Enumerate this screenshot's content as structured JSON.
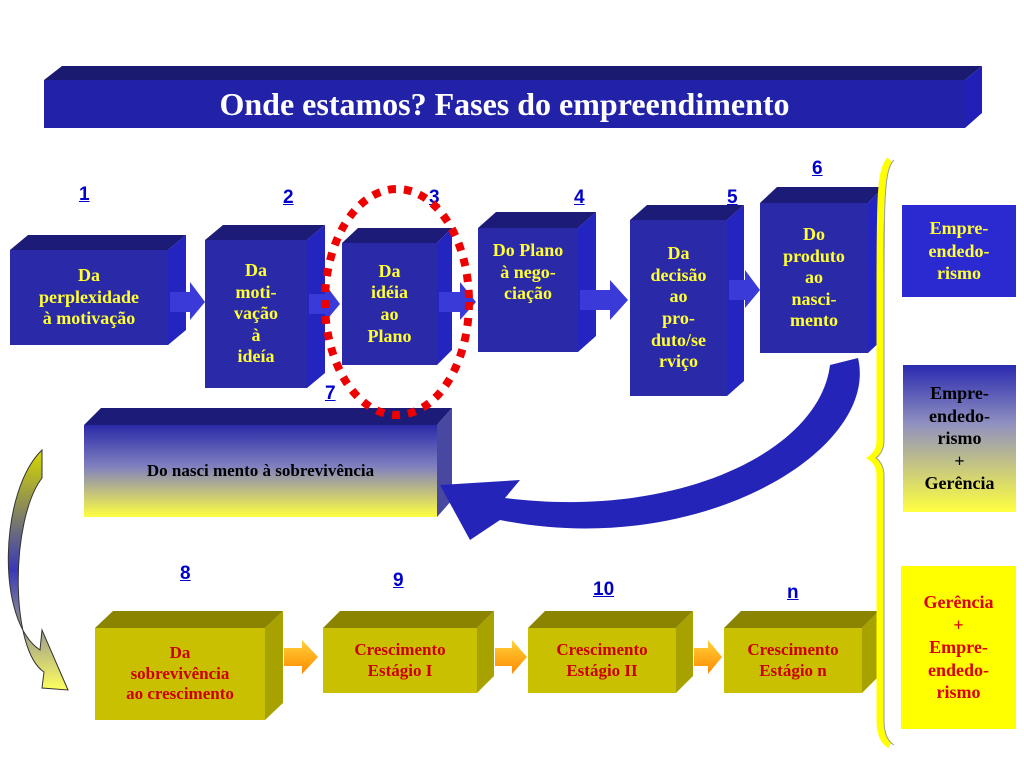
{
  "title": "Onde estamos? Fases do empreendimento",
  "phases": [
    {
      "number": "1",
      "label": "Da\nperplexidade\nà  motivação"
    },
    {
      "number": "2",
      "label": "Da\nmoti-\nvação\nà\n ideía"
    },
    {
      "number": "3",
      "label": "Da\nidéia\n ao\nPlano"
    },
    {
      "number": "4",
      "label": "Do Plano\nà  nego-\nciação"
    },
    {
      "number": "5",
      "label": "Da\ndecisão\nao\npro-\nduto/se\nrviço"
    },
    {
      "number": "6",
      "label": "Do\nproduto\n ao\nnasci-\nmento"
    },
    {
      "number": "7",
      "label": "Do nasci mento à  sobrevivência"
    },
    {
      "number": "8",
      "label": "Da\nsobrevivência\nao crescimento"
    },
    {
      "number": "9",
      "label": "Crescimento\nEstágio I"
    },
    {
      "number": "10",
      "label": "Crescimento\nEstágio II"
    },
    {
      "number": "n",
      "label": "Crescimento\nEstágio n"
    }
  ],
  "side_panels": [
    {
      "label": "Empre-\nendedo-\nrismo"
    },
    {
      "label": "Empre-\nendedo-\nrismo\n+\nGerência"
    },
    {
      "label": "Gerência\n+\nEmpre-\nendedo-\nrismo"
    }
  ],
  "colors": {
    "box_blue": "#2a2aa8",
    "box_olive": "#c8c000",
    "text_yellow": "#ffff33",
    "text_red": "#cc0000",
    "highlight_red": "#ee0000"
  }
}
